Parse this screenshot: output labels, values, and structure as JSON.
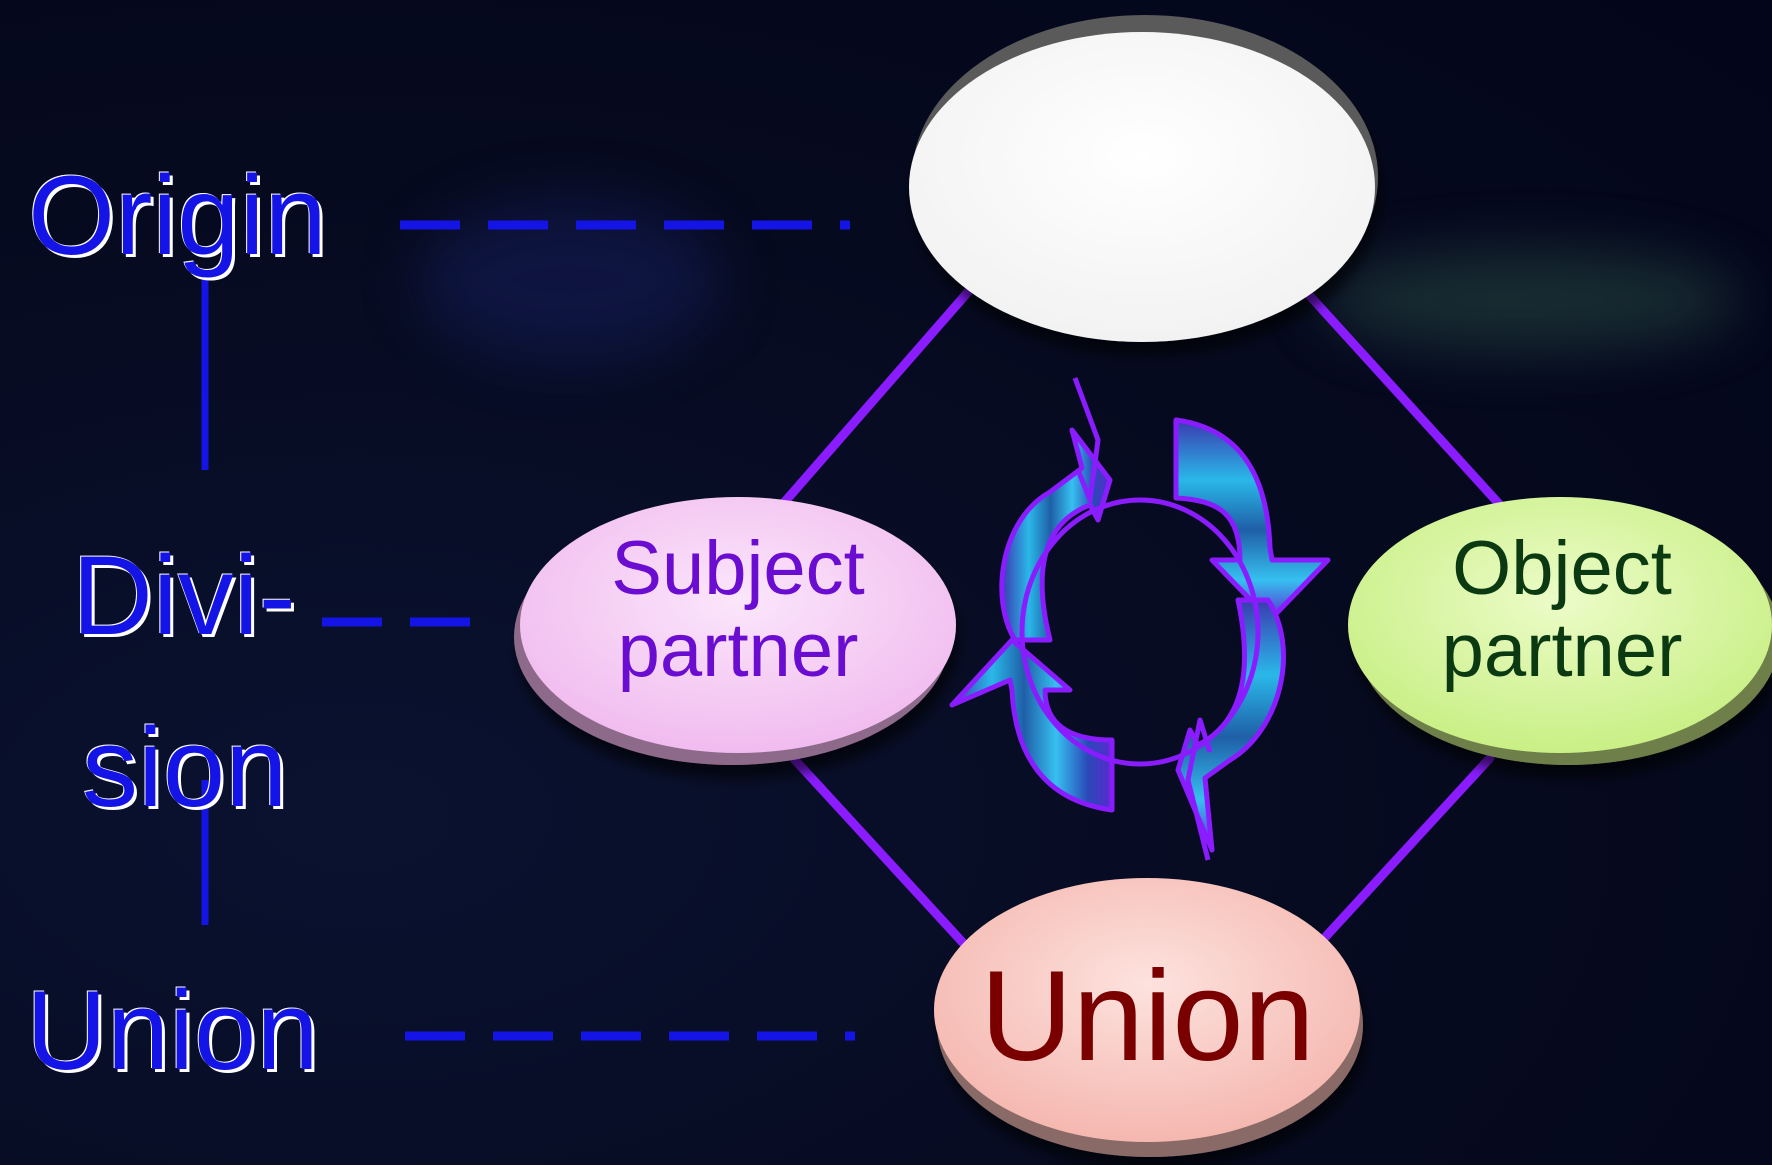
{
  "side_labels": {
    "origin": "Origin",
    "division_line1": "Divi-",
    "division_line2": "sion",
    "union": "Union"
  },
  "nodes": {
    "origin": "",
    "subject_partner_line1": "Subject",
    "subject_partner_line2": "partner",
    "object_partner_line1": "Object",
    "object_partner_line2": "partner",
    "union": "Union"
  },
  "colors": {
    "background": "#060a1f",
    "side_label": "#1414e6",
    "dash_line": "#1414e6",
    "diamond_line": "#8a1cff",
    "origin_fill": "#ffffff",
    "subject_fill": "#f6c8f6",
    "subject_text": "#6a0dd0",
    "object_fill": "#d8f59a",
    "object_text": "#0b3a12",
    "union_fill": "#f9c9c4",
    "union_text": "#7a0000",
    "cycle_arrow": "#2bb6e8",
    "cycle_outline": "#8a1cff"
  },
  "icons": [
    "cycle-arrows-icon"
  ]
}
